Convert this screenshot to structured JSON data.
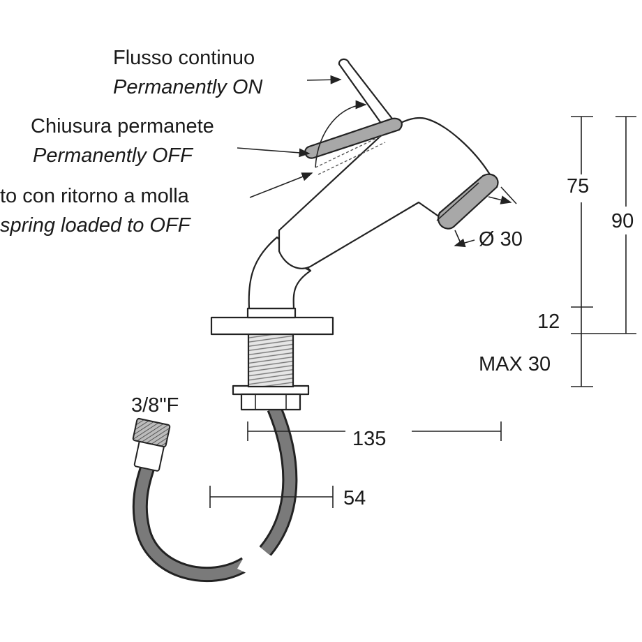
{
  "callouts": {
    "flow_on_it": "Flusso continuo",
    "flow_on_en": "Permanently ON",
    "closed_it": "Chiusura permanete",
    "closed_en": "Permanently OFF",
    "spring_it": "to con ritorno a molla",
    "spring_en": "spring loaded to OFF"
  },
  "dimensions": {
    "spout_diameter": "Ø 30",
    "height_upper": "75",
    "height_total": "90",
    "flange": "12",
    "max_thickness": "MAX 30",
    "reach": "135",
    "hose_offset": "54",
    "hose_thread": "3/8\"F"
  },
  "colors": {
    "line": "#222222",
    "grey_band": "#a8a8a8",
    "hose": "#7a7a7a"
  }
}
